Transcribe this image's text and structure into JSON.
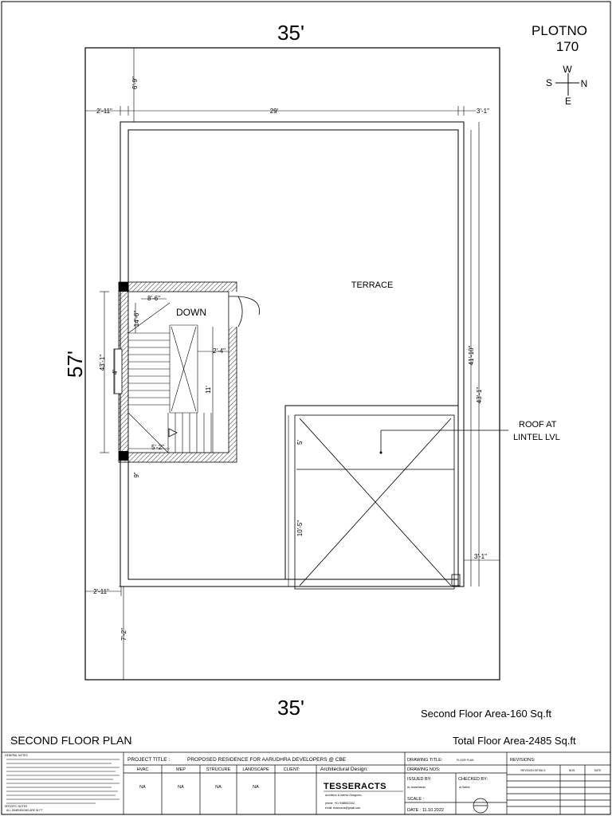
{
  "plot": {
    "label": "PLOTNO",
    "number": "170"
  },
  "compass": {
    "north": "N",
    "south": "S",
    "east": "E",
    "west": "W"
  },
  "site": {
    "width_top": "35'",
    "width_bottom": "35'",
    "depth": "57'"
  },
  "dimensions": {
    "front_setback": "6'-9\"",
    "left_setback_top": "2'-11\"",
    "building_width": "29'",
    "right_setback_top": "3'-1\"",
    "left_depth": "43'-1\"",
    "right_depth_a": "41'-10\"",
    "right_depth_b": "43'-1\"",
    "right_setback_bottom": "3'-1\"",
    "left_setback_bottom": "2'-11\"",
    "rear_setback": "7'-2\"",
    "stair_width": "8'-6\"",
    "stair_side": "14'-6\"",
    "stair_gap": "2'-4\"",
    "stair_length": "11'",
    "stair_landing": "5'-2\"",
    "stair_wall": "9\"",
    "window": "4'",
    "roof_top": "5'",
    "roof_depth": "10'-5\""
  },
  "labels": {
    "terrace": "TERRACE",
    "down": "DOWN",
    "roof_line1": "ROOF AT",
    "roof_line2": "LINTEL LVL"
  },
  "areas": {
    "second_floor": "Second  Floor Area-160 Sq.ft",
    "total": "Total Floor Area-2485 Sq.ft"
  },
  "drawing_title": "SECOND FLOOR PLAN",
  "title_block": {
    "general_notes_heading": "GENERAL NOTES",
    "specific_notes_heading": "SPECIFIC NOTES",
    "specific_note_1": "ALL DIMENSIONS ARE IN FT",
    "project_title_label": "PROJECT TITLE :",
    "project_title": "PROPOSED RESIDENCE FOR AARUDHRA DEVELOPERS @ CBE",
    "columns": [
      "HVAC",
      "MEP",
      "STRUCURE",
      "LANDSCAPE",
      "CLIENT:"
    ],
    "column_values": [
      "NA",
      "NA",
      "NA",
      "NA",
      ""
    ],
    "arch_design_label": "Architectural Design:",
    "firm_name": "TESSERACTS",
    "firm_tagline": "Architects & Interior Designers",
    "phone": "phone: +91 9488542342,",
    "email": "email: tesseracts@gmail.com",
    "drawing_title_label": "DRAWING TITLE:",
    "drawing_title_value": "FLOOR PLAN",
    "drawing_nos_label": "DRAWING NOS:",
    "issued_by_label": "ISSUED BY:",
    "issued_by_value": "Ar.Janarthanan",
    "checked_by_label": "CHECKED BY:",
    "checked_by_value": "Ar.Sathis",
    "scale_label": "SCALE :",
    "date_label": "DATE : 11.10.2022",
    "revisions_label": "REVISIONS:",
    "revision_headers": [
      "REVISION DETAILS",
      "NOS.",
      "DATE"
    ]
  }
}
